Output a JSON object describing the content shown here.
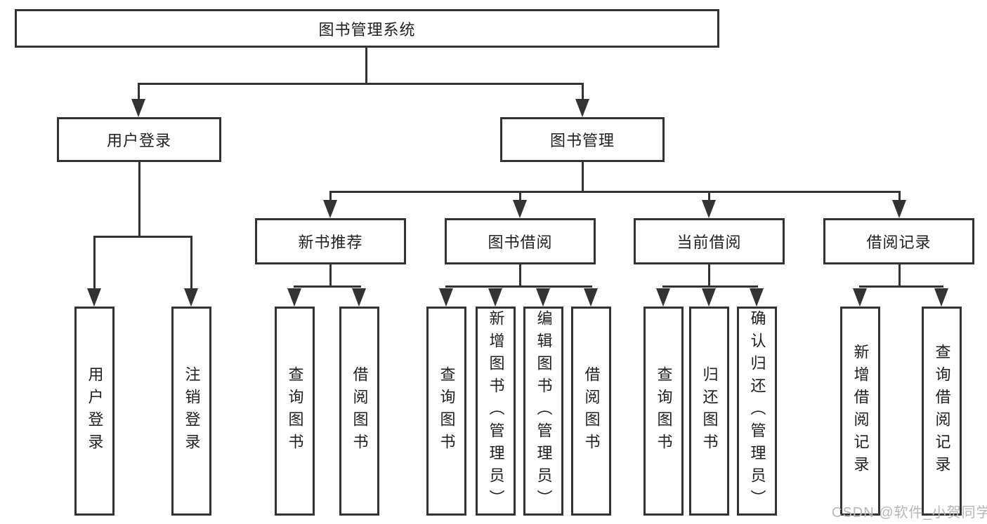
{
  "colors": {
    "line": "#333333",
    "text": "#1f1f1f",
    "watermark": "#b7b7b7",
    "background": "#ffffff"
  },
  "nodes": {
    "root": "图书管理系统",
    "user_login": "用户登录",
    "book_management": "图书管理",
    "new_book_rec": "新书推荐",
    "book_borrow": "图书借阅",
    "current_borrow": "当前借阅",
    "borrow_record": "借阅记录",
    "leaf_user_login": "用户登录",
    "leaf_logout": "注销登录",
    "leaf_rec_query_book": "查询图书",
    "leaf_rec_borrow_book": "借阅图书",
    "leaf_bb_query_book": "查询图书",
    "leaf_bb_add_book": "新增图书（管理员）",
    "leaf_bb_edit_book": "编辑图书（管理员）",
    "leaf_bb_borrow_book": "借阅图书",
    "leaf_cb_query_book": "查询图书",
    "leaf_cb_return_book": "归还图书",
    "leaf_cb_confirm_return": "确认归还（管理员）",
    "leaf_br_add_record": "新增借阅记录",
    "leaf_br_query_record": "查询借阅记录"
  },
  "watermark": "CSDN @软件_小贺同学"
}
